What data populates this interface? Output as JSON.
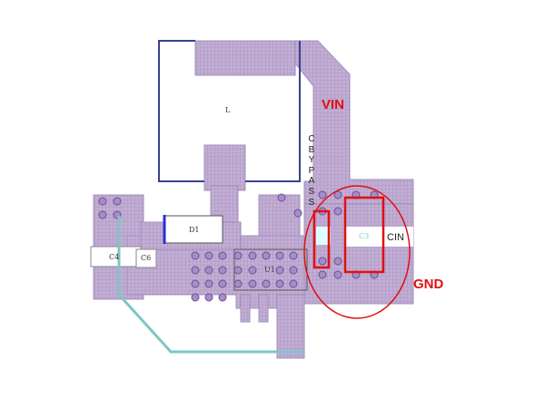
{
  "colors": {
    "copper": "#b9a3cc",
    "outline": "#3b3f8f",
    "highlight": "#e01010",
    "trace": "#7fc6c6"
  },
  "labels": {
    "inductor": "L",
    "diode": "D1",
    "cap_c4": "C4",
    "cap_c6": "C6",
    "ic": "U1",
    "cap_c3": "C3",
    "cin": "CIN",
    "vin": "VIN",
    "gnd": "GND",
    "cbypass": "CBYPASS"
  }
}
